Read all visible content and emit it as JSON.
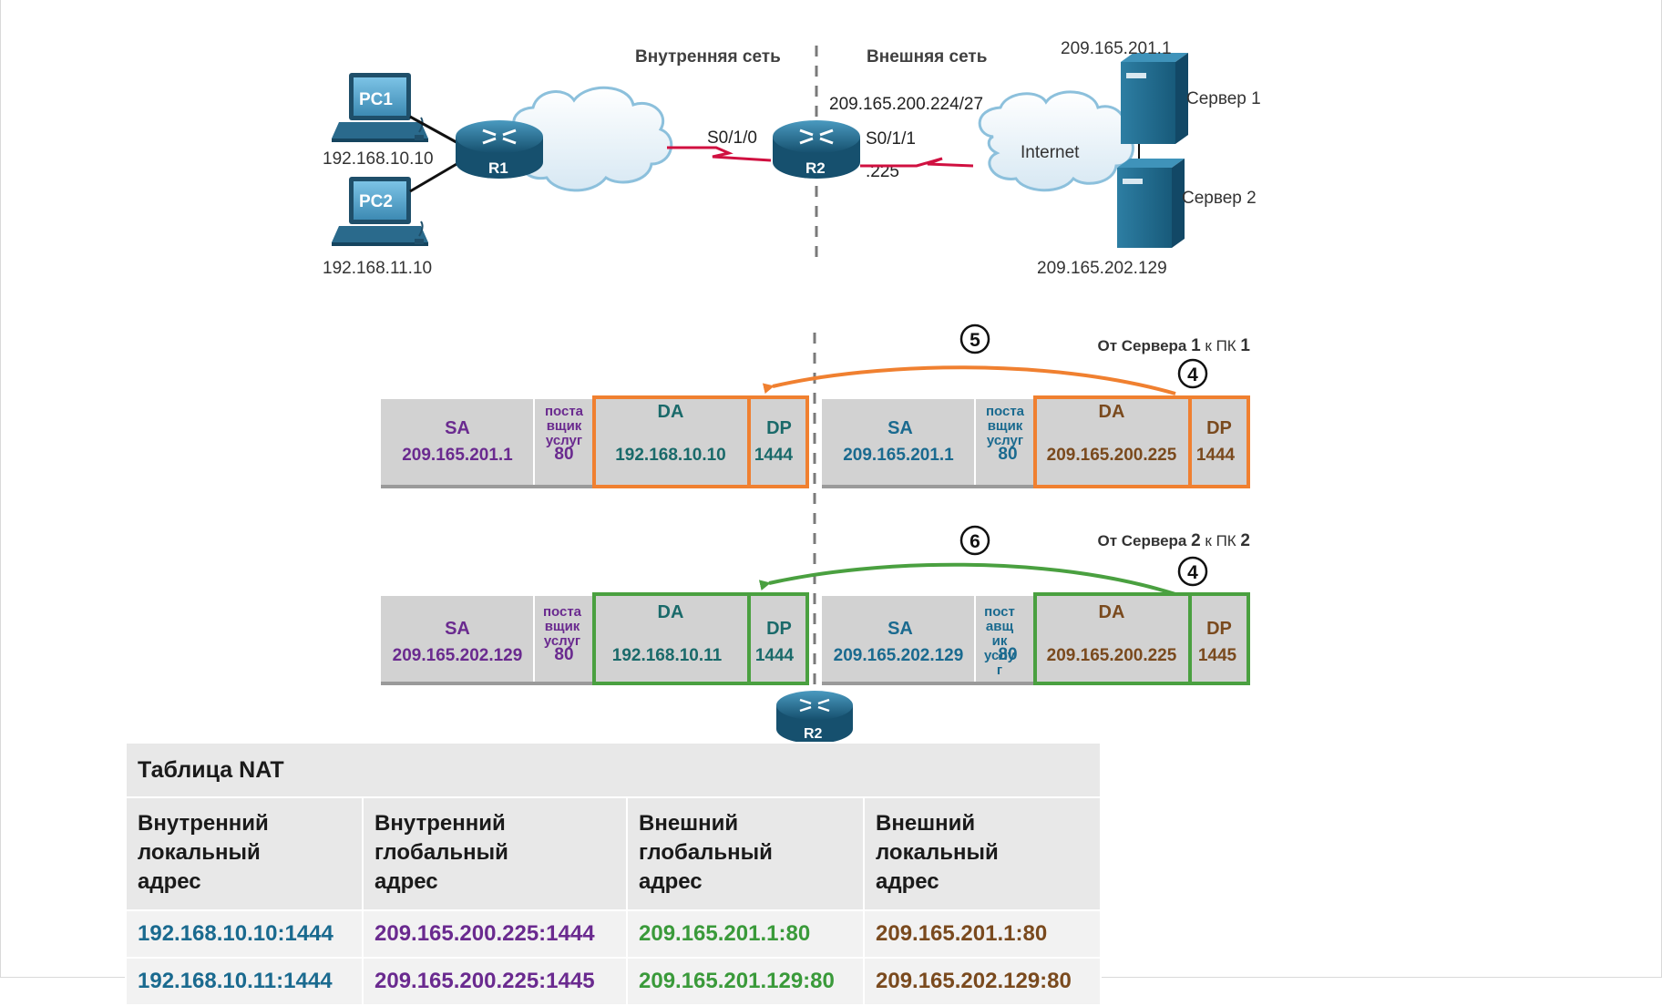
{
  "labels": {
    "inside_net": "Внутренняя сеть",
    "outside_net": "Внешняя сеть",
    "pc1": "PC1",
    "pc2": "PC2",
    "pc1_ip": "192.168.10.10",
    "pc2_ip": "192.168.11.10",
    "r1": "R1",
    "r2": "R2",
    "r2_bottom": "R2",
    "s010": "S0/1/0",
    "s011": "S0/1/1",
    "subnet": "209.165.200.224/27",
    "host225": ".225",
    "internet": "Internet",
    "server1_ip": "209.165.201.1",
    "server1": "Сервер 1",
    "server2": "Сервер 2",
    "server2_ip": "209.165.202.129"
  },
  "flow1": {
    "step_arrow": "5",
    "step_right": "4",
    "caption_a": "От Сервера ",
    "caption_b": "1",
    "caption_c": " к ПК ",
    "caption_d": "1",
    "left": {
      "sa_label": "SA",
      "sa": "209.165.201.1",
      "sp_label": [
        "поста",
        "вщик",
        "услуг"
      ],
      "sp": "80",
      "da_label": "DA",
      "da": "192.168.10.10",
      "dp_label": "DP",
      "dp": "1444"
    },
    "right": {
      "sa_label": "SA",
      "sa": "209.165.201.1",
      "sp_label": [
        "поста",
        "вщик",
        "услуг"
      ],
      "sp": "80",
      "da_label": "DA",
      "da": "209.165.200.225",
      "dp_label": "DP",
      "dp": "1444"
    }
  },
  "flow2": {
    "step_arrow": "6",
    "step_right": "4",
    "caption_a": "От Сервера ",
    "caption_b": "2",
    "caption_c": " к ПК ",
    "caption_d": "2",
    "left": {
      "sa_label": "SA",
      "sa": "209.165.202.129",
      "sp_label": [
        "поста",
        "вщик",
        "услуг"
      ],
      "sp": "80",
      "da_label": "DA",
      "da": "192.168.10.11",
      "dp_label": "DP",
      "dp": "1444"
    },
    "right": {
      "sa_label": "SA",
      "sa": "209.165.202.129",
      "sp_label": [
        "пост",
        "авщ",
        "ик",
        "услу",
        "г"
      ],
      "sp": "80",
      "da_label": "DA",
      "da": "209.165.200.225",
      "dp_label": "DP",
      "dp": "1445"
    }
  },
  "nat_table": {
    "title": "Таблица NAT",
    "headers": [
      [
        "Внутренний",
        "локальный",
        "адрес"
      ],
      [
        "Внутренний",
        "глобальный",
        "адрес"
      ],
      [
        "Внешний",
        "глобальный",
        "адрес"
      ],
      [
        "Внешний",
        "локальный",
        "адрес"
      ]
    ],
    "rows": [
      [
        "192.168.10.10:1444",
        "209.165.200.225:1444",
        "209.165.201.1:80",
        "209.165.201.1:80"
      ],
      [
        "192.168.10.11:1444",
        "209.165.200.225:1445",
        "209.165.201.129:80",
        "209.165.202.129:80"
      ]
    ]
  },
  "colors": {
    "flow1": "#f08030",
    "flow2": "#4aa040",
    "purple": "#6a2a8f",
    "teal": "#1a6a8f",
    "brown": "#7a4a1e",
    "device": "#1e5f80",
    "serial": "#d01040"
  }
}
